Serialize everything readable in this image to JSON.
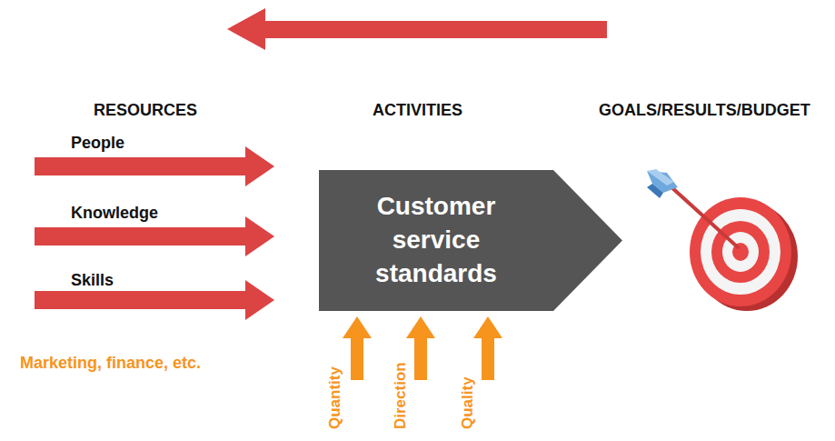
{
  "diagram": {
    "nodes": [
      {
        "text": [
          "Customer service standards"
        ]
      }
    ],
    "labels": [
      "RESOURCES",
      "ACTIVITIES",
      "GOALS/RESULTS/BUDGET",
      "People",
      "Knowledge",
      "Skills",
      "Marketing, finance, etc.",
      "Quantity",
      "Direction",
      "Quality"
    ]
  }
}
